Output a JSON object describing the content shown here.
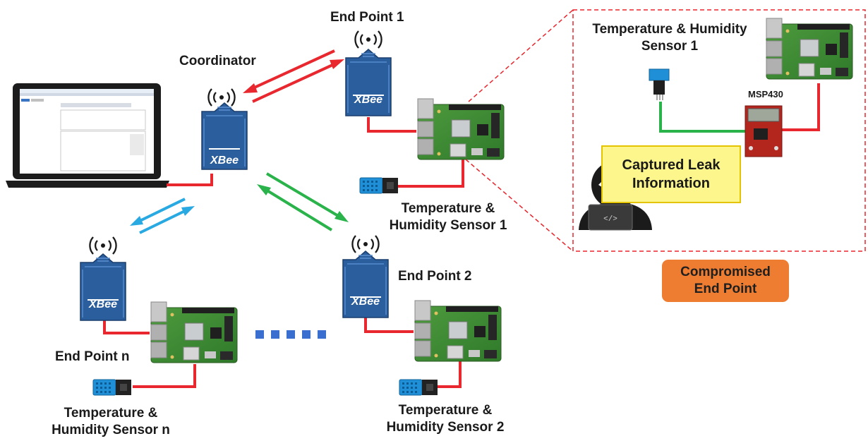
{
  "nodes": {
    "coordinator": {
      "label": "Coordinator",
      "module_text": "XBee"
    },
    "endpoint1": {
      "label": "End Point 1",
      "module_text": "XBee"
    },
    "endpoint2": {
      "label": "End Point 2",
      "module_text": "XBee"
    },
    "endpointn": {
      "label": "End Point n",
      "module_text": "XBee"
    }
  },
  "sensors": {
    "sensor1": {
      "line1": "Temperature &",
      "line2": "Humidity Sensor 1"
    },
    "sensor2": {
      "line1": "Temperature &",
      "line2": "Humidity Sensor 2"
    },
    "sensorn": {
      "line1": "Temperature &",
      "line2": "Humidity Sensor n"
    }
  },
  "compromised_panel": {
    "sensor_line1": "Temperature & Humidity",
    "sensor_line2": "Sensor 1",
    "mcu_label": "MSP430",
    "callout_line1": "Captured Leak",
    "callout_line2": "Information",
    "badge_line1": "Compromised",
    "badge_line2": "End Point",
    "hacker_code": "</>"
  },
  "colors": {
    "link_endpoint1": "#e8272e",
    "link_endpoint2": "#2ab34a",
    "link_endpointn": "#29a9e1",
    "wire": "#e8272e",
    "data_wire": "#2ab34a",
    "xbee": "#2b5e9c",
    "badge": "#ee7d31",
    "callout": "#fcf68c",
    "dashed_frame": "#e8272e",
    "ellipsis": "#3b6fcf"
  }
}
